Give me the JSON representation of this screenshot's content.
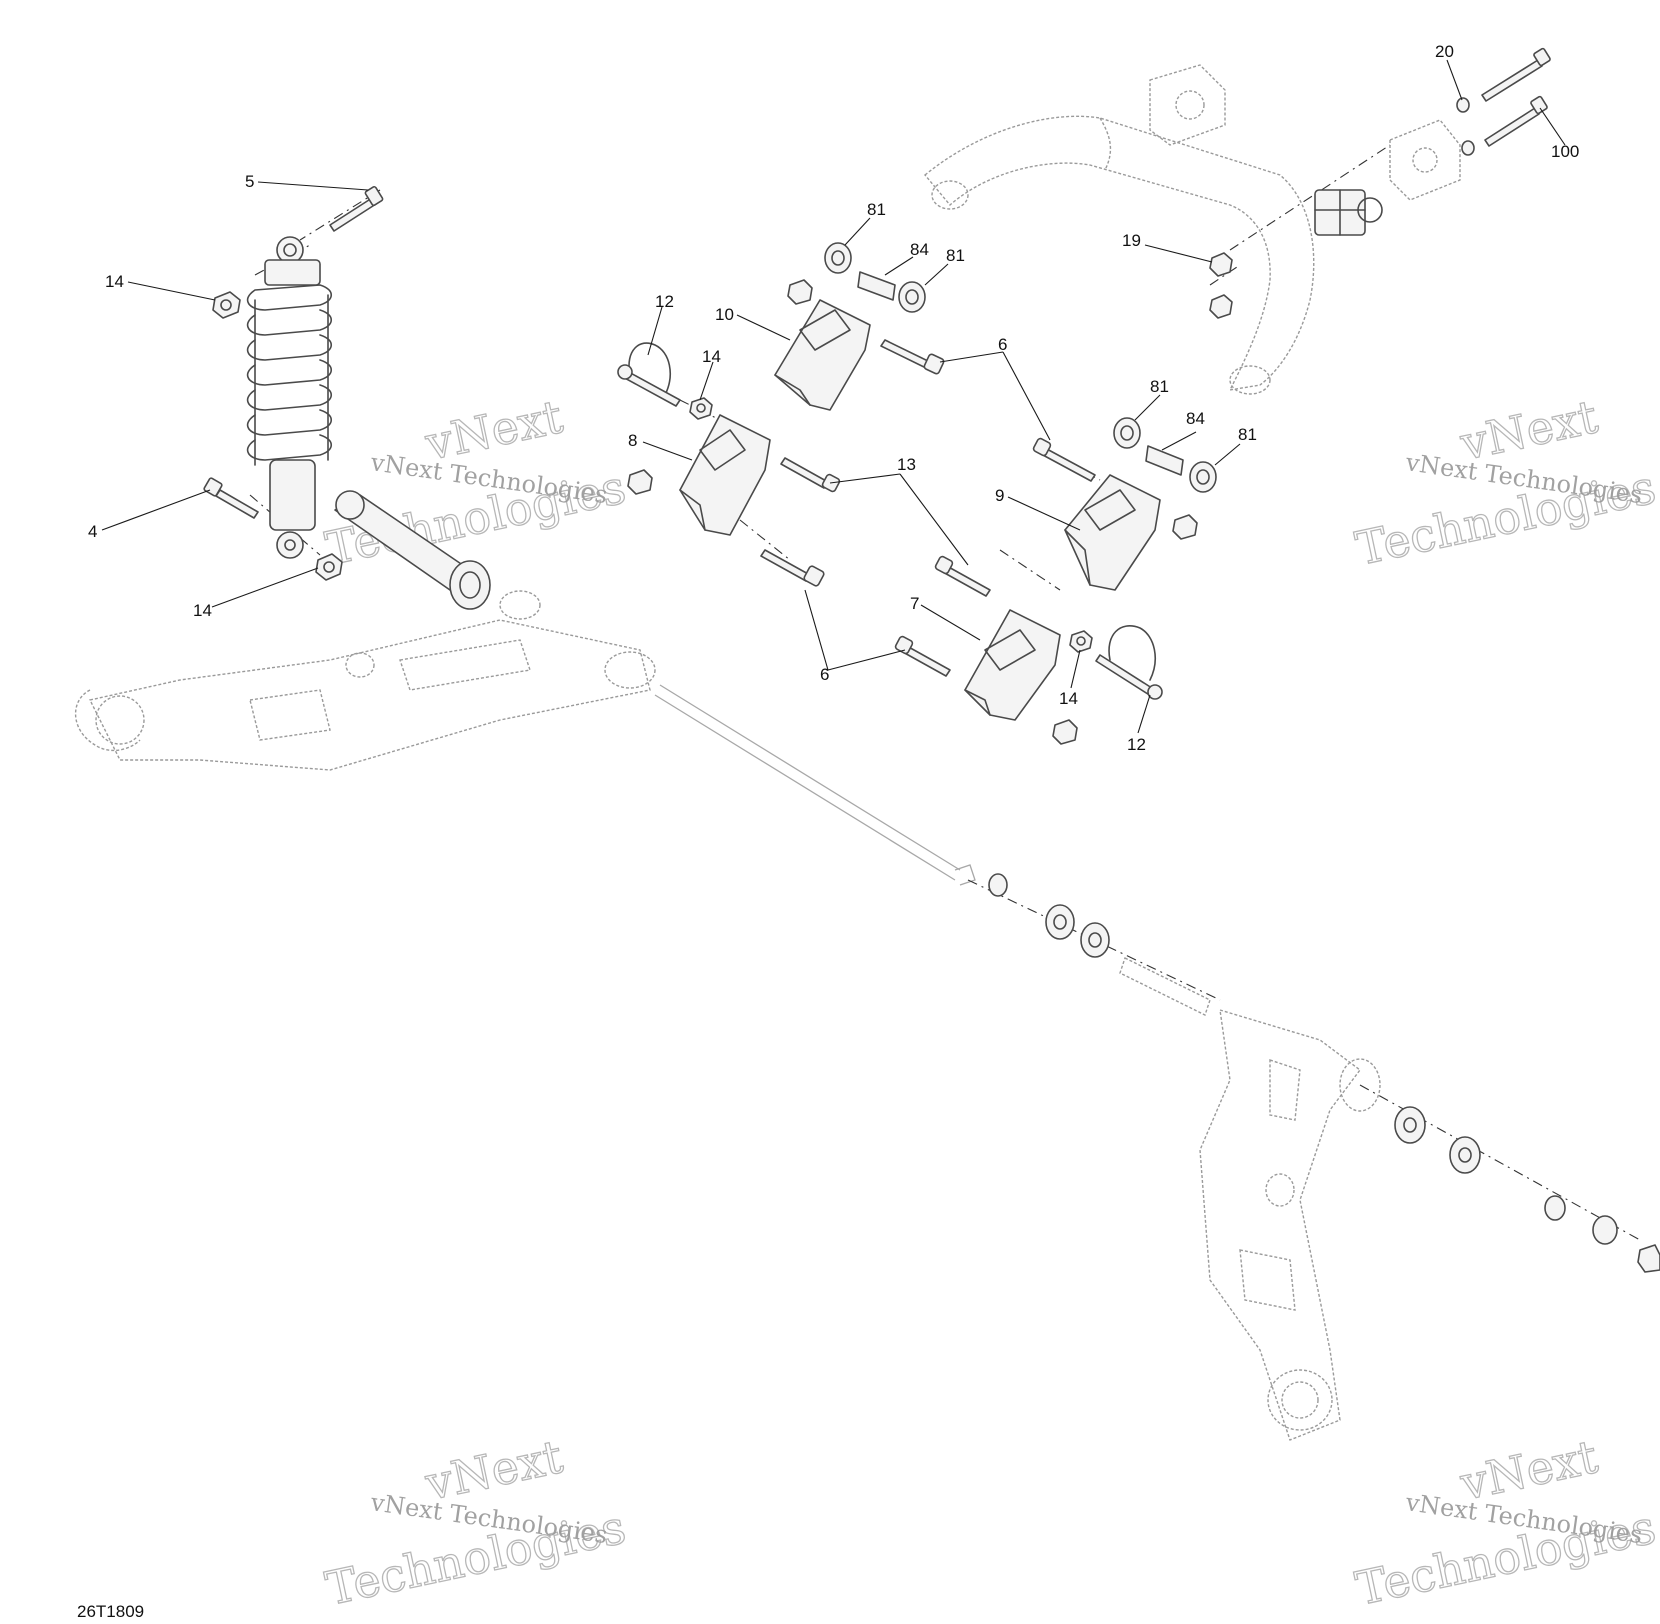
{
  "figure_id": "26T1809",
  "watermark": {
    "line1": "vNext Technologies",
    "big_word_1": "vNext",
    "big_word_2": "Technologies"
  },
  "callouts": [
    {
      "label": "5"
    },
    {
      "label": "14"
    },
    {
      "label": "4"
    },
    {
      "label": "14"
    },
    {
      "label": "12"
    },
    {
      "label": "14"
    },
    {
      "label": "10"
    },
    {
      "label": "8"
    },
    {
      "label": "81"
    },
    {
      "label": "84"
    },
    {
      "label": "81"
    },
    {
      "label": "6"
    },
    {
      "label": "13"
    },
    {
      "label": "81"
    },
    {
      "label": "84"
    },
    {
      "label": "81"
    },
    {
      "label": "9"
    },
    {
      "label": "7"
    },
    {
      "label": "6"
    },
    {
      "label": "14"
    },
    {
      "label": "12"
    },
    {
      "label": "19"
    },
    {
      "label": "20"
    },
    {
      "label": "100"
    }
  ]
}
